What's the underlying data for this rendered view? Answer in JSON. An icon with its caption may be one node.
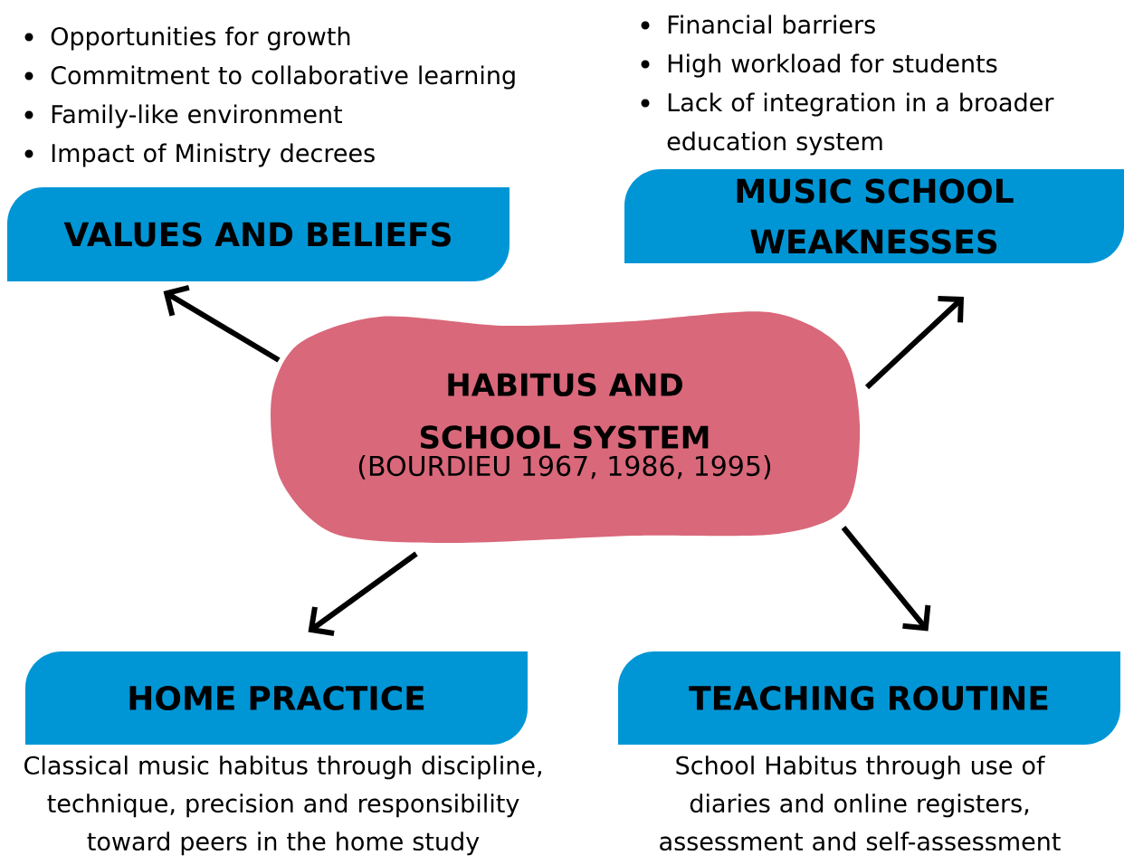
{
  "diagram": {
    "nodes": [
      {
        "text": [
          "HABITUS AND SCHOOL SYSTEM",
          "(BOURDIEU 1967, 1986, 1995)"
        ]
      },
      {
        "text": [
          "VALUES AND BELIEFS"
        ],
        "beside": [
          "Opportunities for growth",
          "Commitment to collaborative learning",
          "Family-like environment",
          "Impact of Ministry decrees"
        ]
      },
      {
        "text": [
          "MUSIC SCHOOL WEAKNESSES"
        ],
        "beside": [
          "Financial barriers",
          "High workload for students",
          "Lack of integration in a broader education system"
        ]
      },
      {
        "text": [
          "HOME PRACTICE"
        ],
        "beside": [
          "Classical music habitus through discipline, technique, precision and responsibility toward peers in the home study"
        ]
      },
      {
        "text": [
          "TEACHING ROUTINE"
        ],
        "beside": [
          "School Habitus through use of diaries and online registers, assessment and self-assessment"
        ]
      }
    ],
    "edges": [
      {
        "from": 0,
        "to": 1,
        "arrow": "to"
      },
      {
        "from": 0,
        "to": 2,
        "arrow": "to"
      },
      {
        "from": 0,
        "to": 3,
        "arrow": "to"
      },
      {
        "from": 0,
        "to": 4,
        "arrow": "to"
      }
    ]
  }
}
